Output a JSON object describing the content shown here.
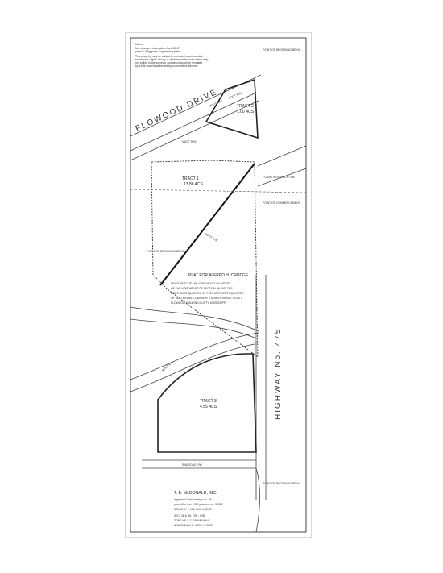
{
  "notes": {
    "heading": "Notes",
    "line1": "Not surveyed information from MDOT",
    "line2": "plans & Waggoner Engineering plans.",
    "line3": "This property may be subject to recorded or unrecorded",
    "line4": "easements, rights of way or other encumbrances which may",
    "line5": "not visible to the surveyor and which would be revealed",
    "line6": "by a title search performed by a competent attorney."
  },
  "roads": {
    "flowood": "FLOWOOD DRIVE",
    "highway": "HIGHWAY  No. 475",
    "mdot_row_1": "MDOT R/W",
    "mdot_row_2": "MDOT R/W",
    "mdot_row_3": "MDOT R/W",
    "mdot_row_4": "MDOT R/W",
    "mdot_row_5": "MDOT R/W",
    "railroad": "RAILROAD R/W"
  },
  "tracts": {
    "tract1_name": "TRACT 1",
    "tract1_area": "13.88 ACS",
    "tract2_name": "TRACT 2",
    "tract2_area": "1.00 ACS",
    "tract3_name": "TRACT 3",
    "tract3_area": "4.55 ACS"
  },
  "plat": {
    "title": "PLAT FOR ALFRED H. CRUDGE",
    "line1": "BEING PART OF THE NORTHEAST QUARTER",
    "line2": "OF THE NORTHEAST OF SECTION 5N AND THE",
    "line3": "NORTHEAST QUARTER OF THE NORTHEAST QUARTER",
    "line4": "OF SECTION 5N, TOWNSHIP 4 NORTH, RANGE 3 EAST",
    "line5": "FLOWOOD, RANKIN COUNTY, MISSISSIPPI"
  },
  "points": {
    "p1": "POINT OF BEGINNING BEING",
    "p2": "FOUND IRON PIN IN THE",
    "p3": "POINT OF COMMENCEMENT",
    "p4": "POINT OF BEGINNING BEING",
    "p5": "POINT OF BEGINNING BEING"
  },
  "surveyor": {
    "name": "T. E. McDONALD, INC.",
    "line1": "registered land surveyor no. 86",
    "line2": "post office box 1991   jackson, ms. 39215",
    "line3": "SCALE: 1\" = 100'                AUG 1, 2005",
    "line4": "SEC. 36 & 3N, T5N - R3E",
    "line5": "ZONE NE & 1\" SAVANNAH E",
    "line6": "& SAVANNAH E. DWG. F. 5895"
  }
}
